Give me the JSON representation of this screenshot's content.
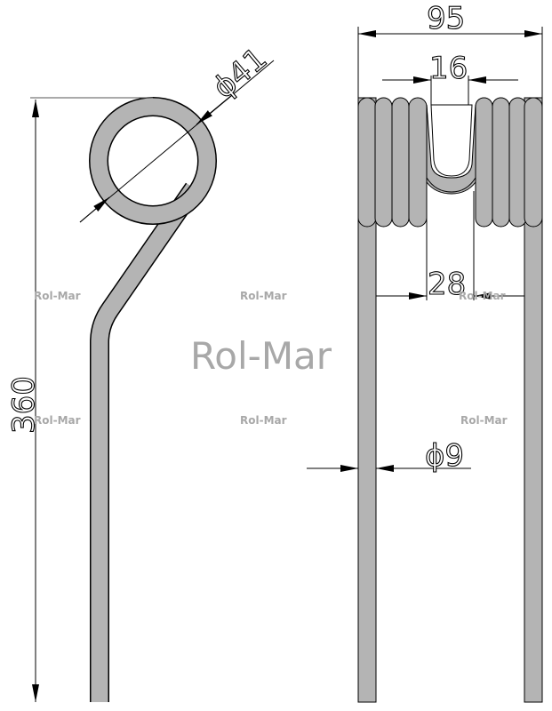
{
  "dimensions": {
    "length": "360",
    "loop_diameter": "ϕ41",
    "width": "95",
    "gap_top": "16",
    "gap_inner": "28",
    "wire_diameter": "ϕ9"
  },
  "watermarks": {
    "small": "Rol-Mar",
    "big": "Rol-Mar"
  },
  "colors": {
    "wire": "#b4b4b4",
    "line": "#000000",
    "watermark": "#a8a8a8"
  }
}
